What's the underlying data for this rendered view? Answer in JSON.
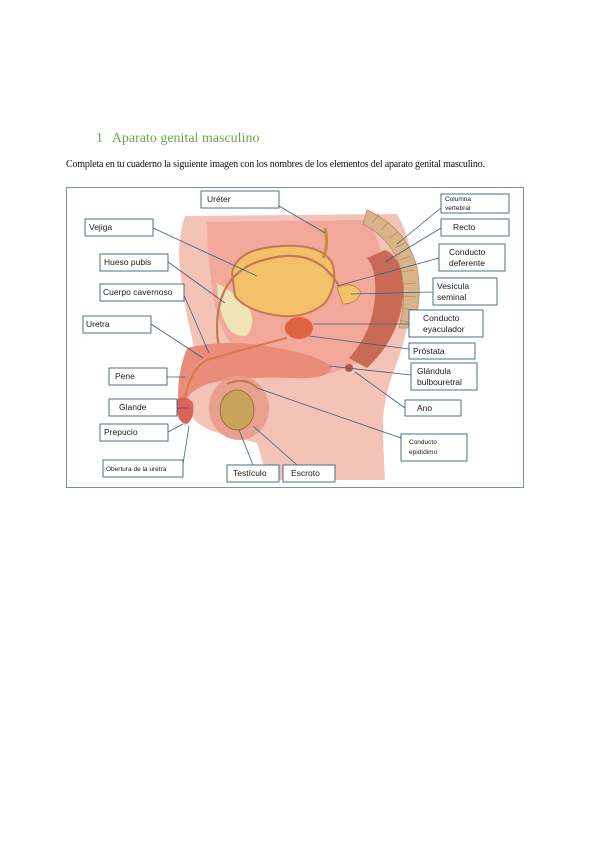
{
  "heading": {
    "number": "1",
    "title": "Aparato genital masculino"
  },
  "intro_text": "Completa en tu cuaderno la siguiente imagen con los nombres de los elementos del aparato genital masculino.",
  "colors": {
    "heading": "#6aa84f",
    "skin": "#f3c3b5",
    "tissue": "#e98c7a",
    "bladder": "#f5c06a",
    "label_border": "#3c5f7f"
  },
  "labels": {
    "ureter": "Uréter",
    "columna_1": "Columna",
    "columna_2": "vertebral",
    "recto": "Recto",
    "vejiga": "Vejiga",
    "conducto_deferente_1": "Conducto",
    "conducto_deferente_2": "deferente",
    "hueso_pubis": "Hueso pubis",
    "vesicula_1": "Vesícula",
    "vesicula_2": "seminal",
    "cuerpo_cavernoso": "Cuerpo cavernoso",
    "conducto_eyaculador_1": "Conducto",
    "conducto_eyaculador_2": "eyaculador",
    "uretra": "Uretra",
    "prostata": "Próstata",
    "glandula_1": "Glándula",
    "glandula_2": "bulbouretral",
    "pene": "Pene",
    "ano": "Ano",
    "glande": "Glande",
    "prepucio": "Prepucio",
    "conducto_epididimo_1": "Conducto",
    "conducto_epididimo_2": "epidídimo",
    "obertura_uretra": "Obertura de la uretra",
    "testiculo": "Testículo",
    "escroto": "Escroto"
  }
}
